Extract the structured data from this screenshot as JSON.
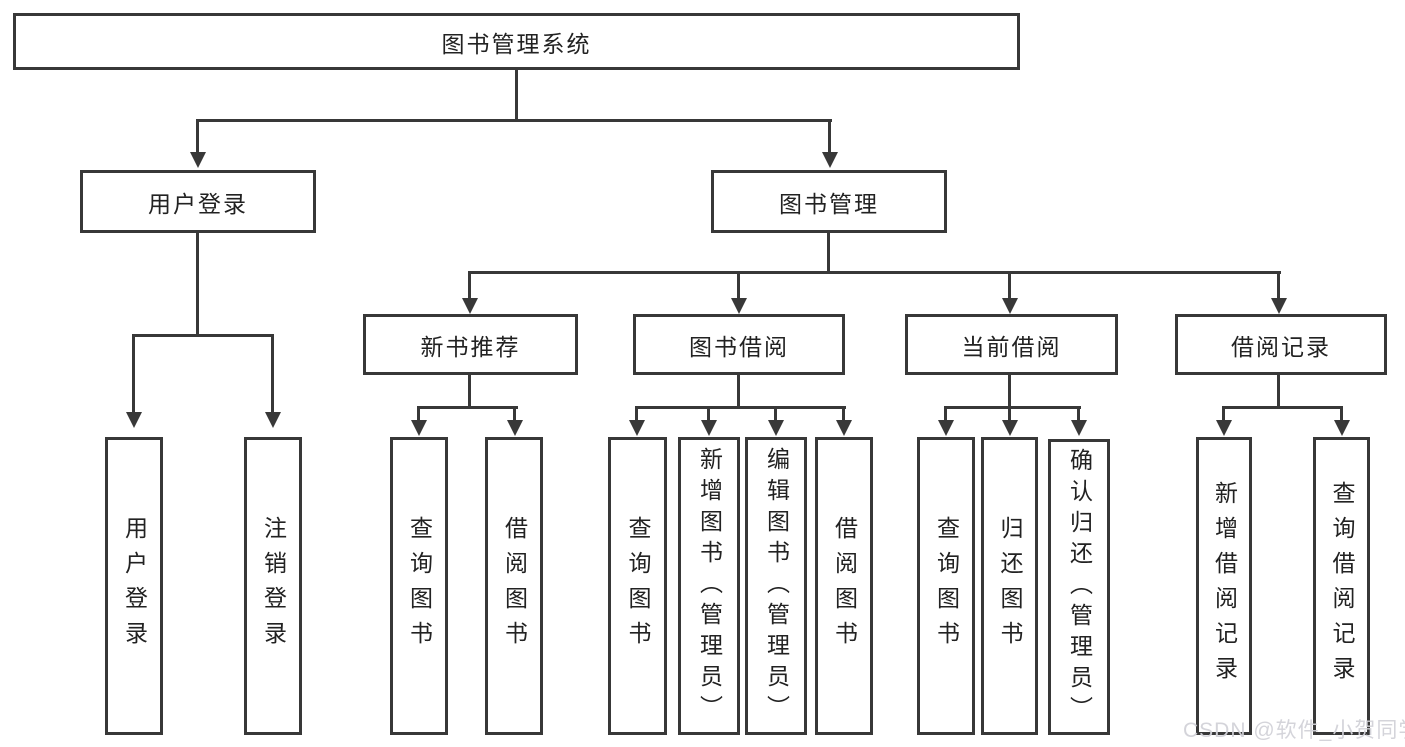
{
  "diagram": {
    "root": {
      "label": "图书管理系统"
    },
    "branches": [
      {
        "label": "用户登录",
        "children": [
          {
            "label": "用户登录"
          },
          {
            "label": "注销登录"
          }
        ]
      },
      {
        "label": "图书管理",
        "children": [
          {
            "label": "新书推荐",
            "children": [
              {
                "label": "查询图书"
              },
              {
                "label": "借阅图书"
              }
            ]
          },
          {
            "label": "图书借阅",
            "children": [
              {
                "label": "查询图书"
              },
              {
                "label": "新增图书（管理员）"
              },
              {
                "label": "编辑图书（管理员）"
              },
              {
                "label": "借阅图书"
              }
            ]
          },
          {
            "label": "当前借阅",
            "children": [
              {
                "label": "查询图书"
              },
              {
                "label": "归还图书"
              },
              {
                "label": "确认归还（管理员）"
              }
            ]
          },
          {
            "label": "借阅记录",
            "children": [
              {
                "label": "新增借阅记录"
              },
              {
                "label": "查询借阅记录"
              }
            ]
          }
        ]
      }
    ]
  },
  "watermark": {
    "text": "CSDN @软件_小贺同学"
  },
  "colors": {
    "line": "#383838",
    "text": "#222222",
    "background": "#ffffff",
    "watermark": "#d2d2d8"
  }
}
